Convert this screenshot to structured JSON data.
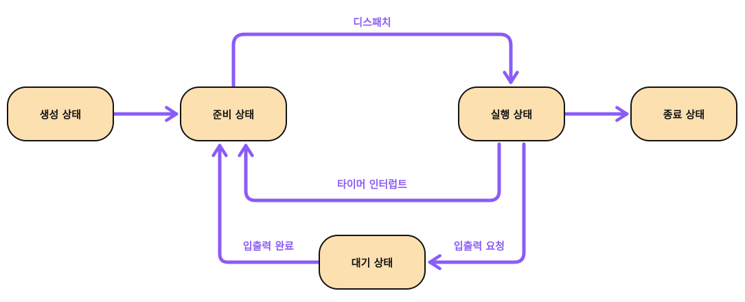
{
  "states": {
    "created": "생성 상태",
    "ready": "준비 상태",
    "running": "실행 상태",
    "terminated": "종료 상태",
    "waiting": "대기 상태"
  },
  "transitions": {
    "dispatch": "디스패치",
    "timer_interrupt": "타이머 인터럽트",
    "io_request": "입출력 요청",
    "io_complete": "입출력 완료"
  },
  "colors": {
    "arrow": "#8a5cf5",
    "state_fill": "#fde0b0",
    "state_border": "#111111"
  }
}
